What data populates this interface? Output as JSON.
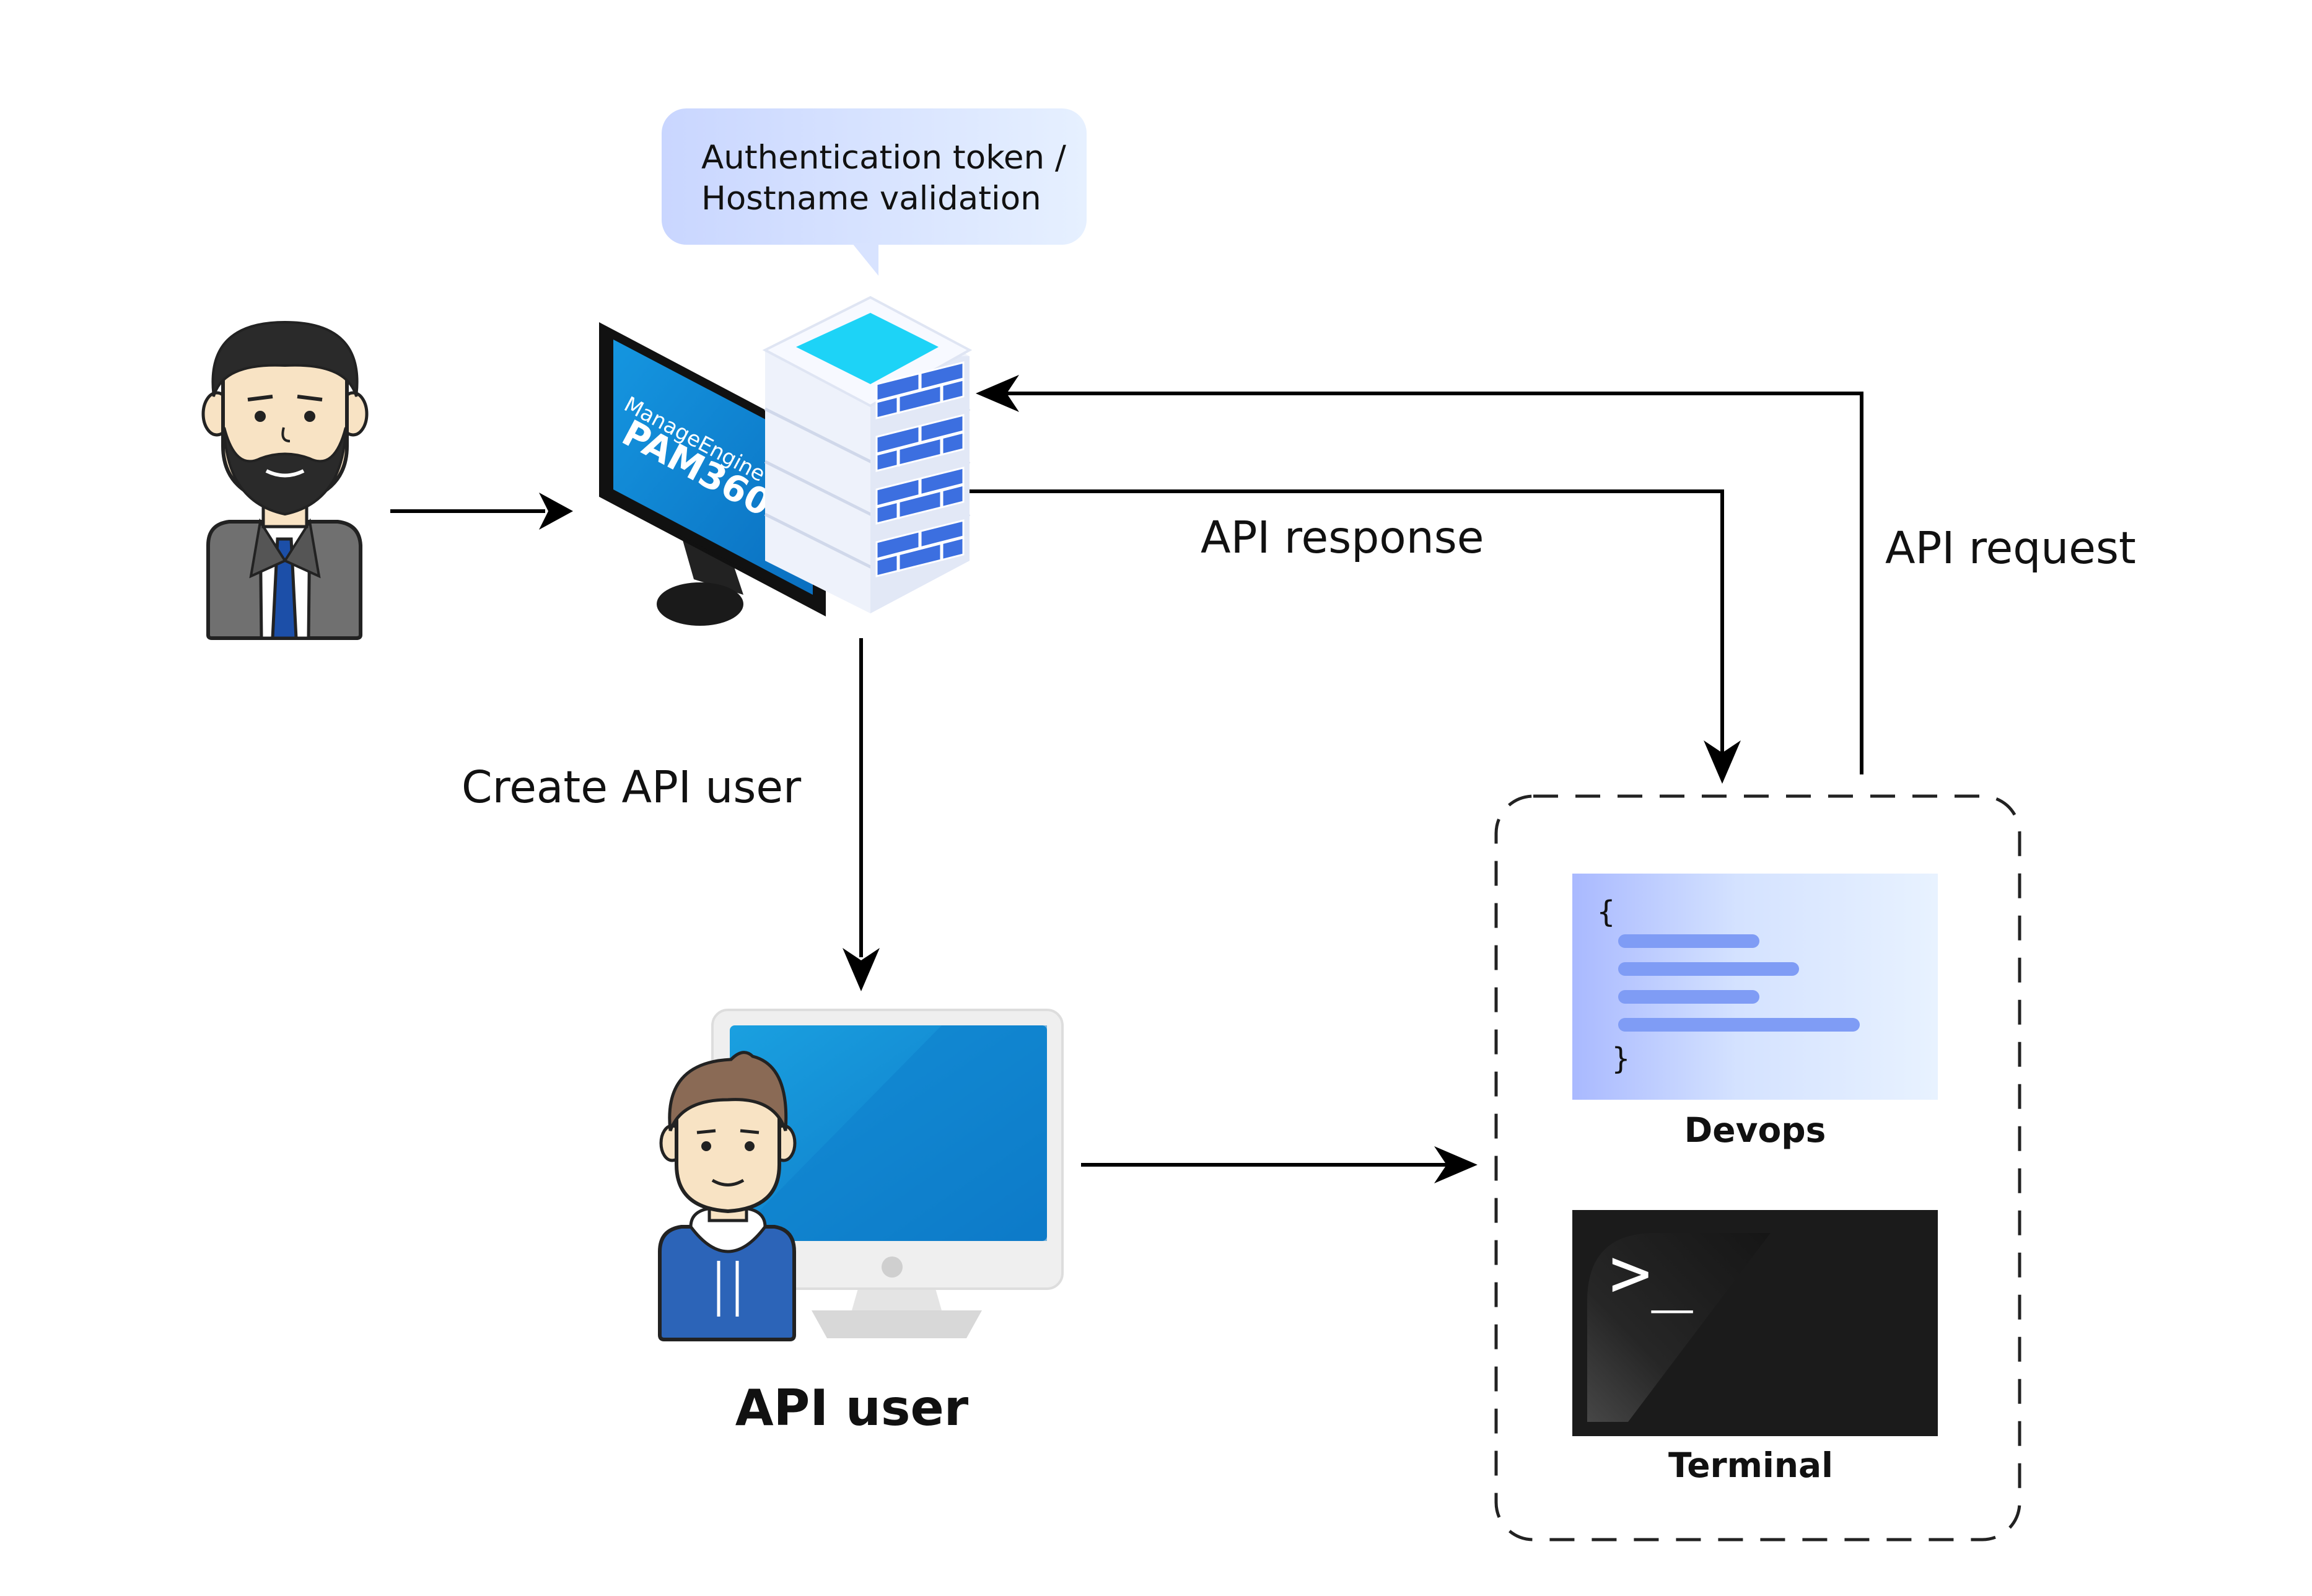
{
  "bubble": {
    "line1": "Authentication token /",
    "line2": "Hostname validation"
  },
  "monitor_brand": {
    "line1": "ManageEngine",
    "line2": "PAM360"
  },
  "labels": {
    "api_response": "API response",
    "api_request": "API request",
    "create_api_user": "Create API user",
    "api_user": "API user",
    "devops": "Devops",
    "terminal": "Terminal"
  },
  "devops_card": {
    "open_brace": "{",
    "close_brace": "}"
  },
  "terminal_card": {
    "prompt": ">_"
  },
  "colors": {
    "arrow": "#000000",
    "bubble": "#dbe6ff",
    "server_top": "#1fd0f5",
    "monitor_screen": "#1a8fd8",
    "terminal_bg": "#1b1b1b",
    "devops_bar": "#7f9cf5"
  }
}
